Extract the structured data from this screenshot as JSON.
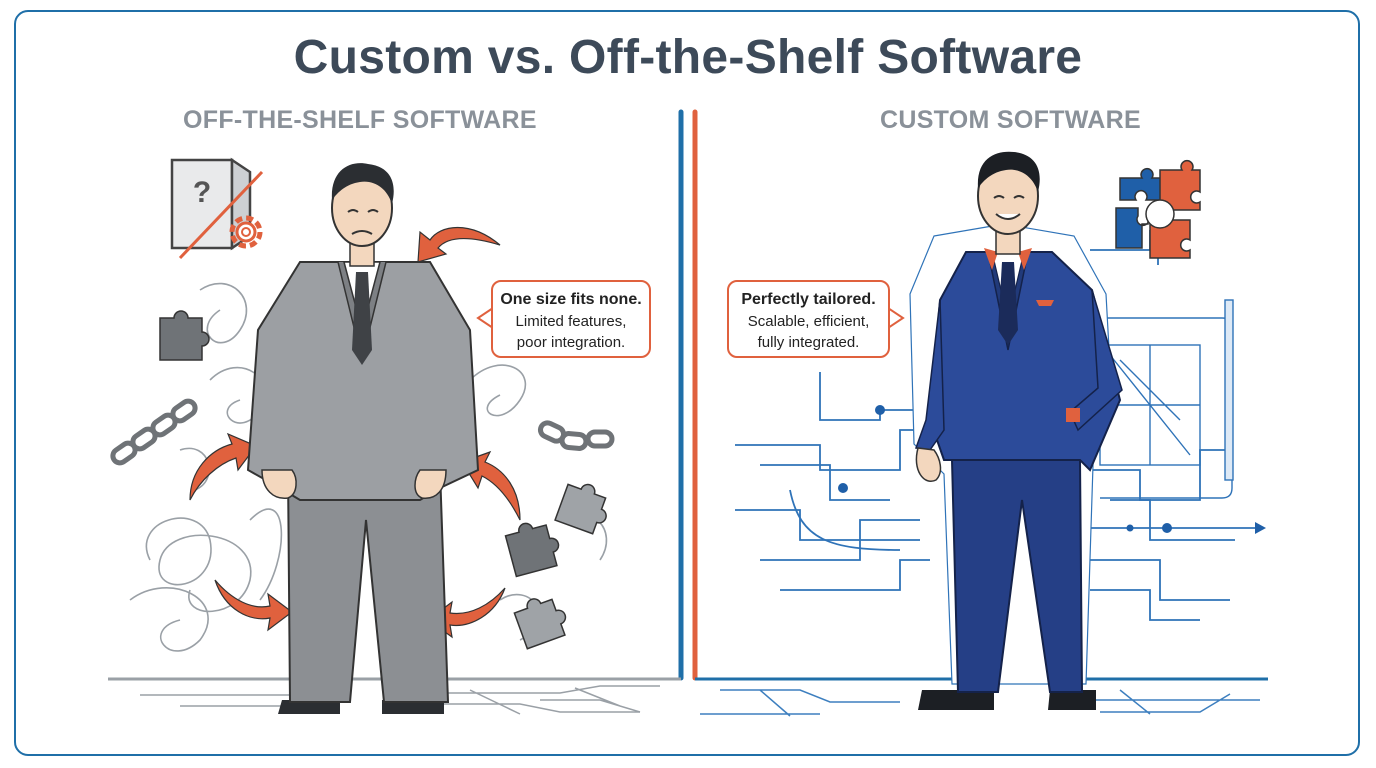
{
  "title": "Custom vs. Off-the-Shelf Software",
  "left_panel": {
    "heading": "OFF-THE-SHELF SOFTWARE",
    "callout": {
      "bold": "One size fits none.",
      "line1": "Limited features,",
      "line2": "poor integration."
    },
    "box_glyph": "?"
  },
  "right_panel": {
    "heading": "CUSTOM SOFTWARE",
    "callout": {
      "bold": "Perfectly tailored.",
      "line1": "Scalable, efficient,",
      "line2": "fully integrated."
    }
  },
  "colors": {
    "frame": "#1f6fa8",
    "title": "#3d4a59",
    "heading": "#8a9199",
    "accent_orange": "#e0613e",
    "accent_blue": "#1f6fa8",
    "gray_suit": "#8c8f93",
    "navy_suit": "#253f86"
  },
  "icons": [
    "software-box-icon",
    "gear-icon",
    "puzzle-icon",
    "broken-chain-icon",
    "arrow-icon",
    "blueprint-icon",
    "circuit-icon"
  ]
}
